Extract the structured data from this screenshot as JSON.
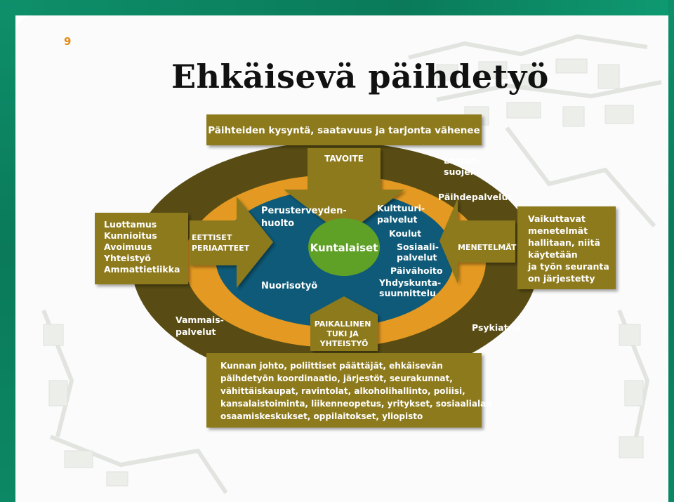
{
  "page_number": "9",
  "title": "Ehkäisevä päihdetyö",
  "colors": {
    "frame": "#0b8060",
    "olive": "#8d7a1f",
    "olive_dark": "#584c14",
    "orange": "#e49a22",
    "teal": "#0e5a78",
    "green": "#5fa127",
    "page_number": "#e58a12"
  },
  "diagram": {
    "top_banner": "Päihteiden kysyntä, saatavuus ja tarjonta vähenee",
    "goal_arrow": "TAVOITE",
    "center": "Kuntalaiset",
    "services": {
      "lastensuojelu": [
        "Lasten-",
        "suojelu"
      ],
      "paihdepalvelut": [
        "Päihdepalvelut"
      ],
      "perusterveydenhuolto": [
        "Perusterveyden-",
        "huolto"
      ],
      "kulttuuripalvelut": [
        "Kulttuuri-",
        "palvelut"
      ],
      "koulut": [
        "Koulut"
      ],
      "sosiaalipalvelut": [
        "Sosiaali-",
        "palvelut"
      ],
      "paivahoito": [
        "Päivähoito"
      ],
      "yhdyskuntasuunnittelu": [
        "Yhdyskunta-",
        "suunnittelu"
      ],
      "nuorisotyo": [
        "Nuorisotyö"
      ],
      "vammaispalvelut": [
        "Vammais-",
        "palvelut"
      ],
      "psykiatria": [
        "Psykiatria"
      ]
    },
    "values_box": [
      "Luottamus",
      "Kunnioitus",
      "Avoimuus",
      "Yhteistyö",
      "Ammattietiikka"
    ],
    "left_arrow": [
      "EETTISET",
      "PERIAATTEET"
    ],
    "right_arrow": [
      "MENETELMÄT"
    ],
    "methods_box": [
      "Vaikuttavat",
      "menetelmät",
      "hallitaan, niitä",
      "käytetään",
      "ja työn seuranta",
      "on järjestetty"
    ],
    "bottom_arrow": [
      "PAIKALLINEN",
      "TUKI JA",
      "YHTEISTYÖ"
    ],
    "bottom_box": [
      "Kunnan johto, poliittiset päättäjät, ehkäisevän",
      "päihdetyön koordinaatio, järjestöt, seurakunnat,",
      "vähittäiskaupat, ravintolat, alkoholihallinto, poliisi,",
      "kansalaistoiminta, liikenneopetus, yritykset, sosiaalialan",
      "osaamiskeskukset, oppilaitokset, yliopisto"
    ]
  }
}
